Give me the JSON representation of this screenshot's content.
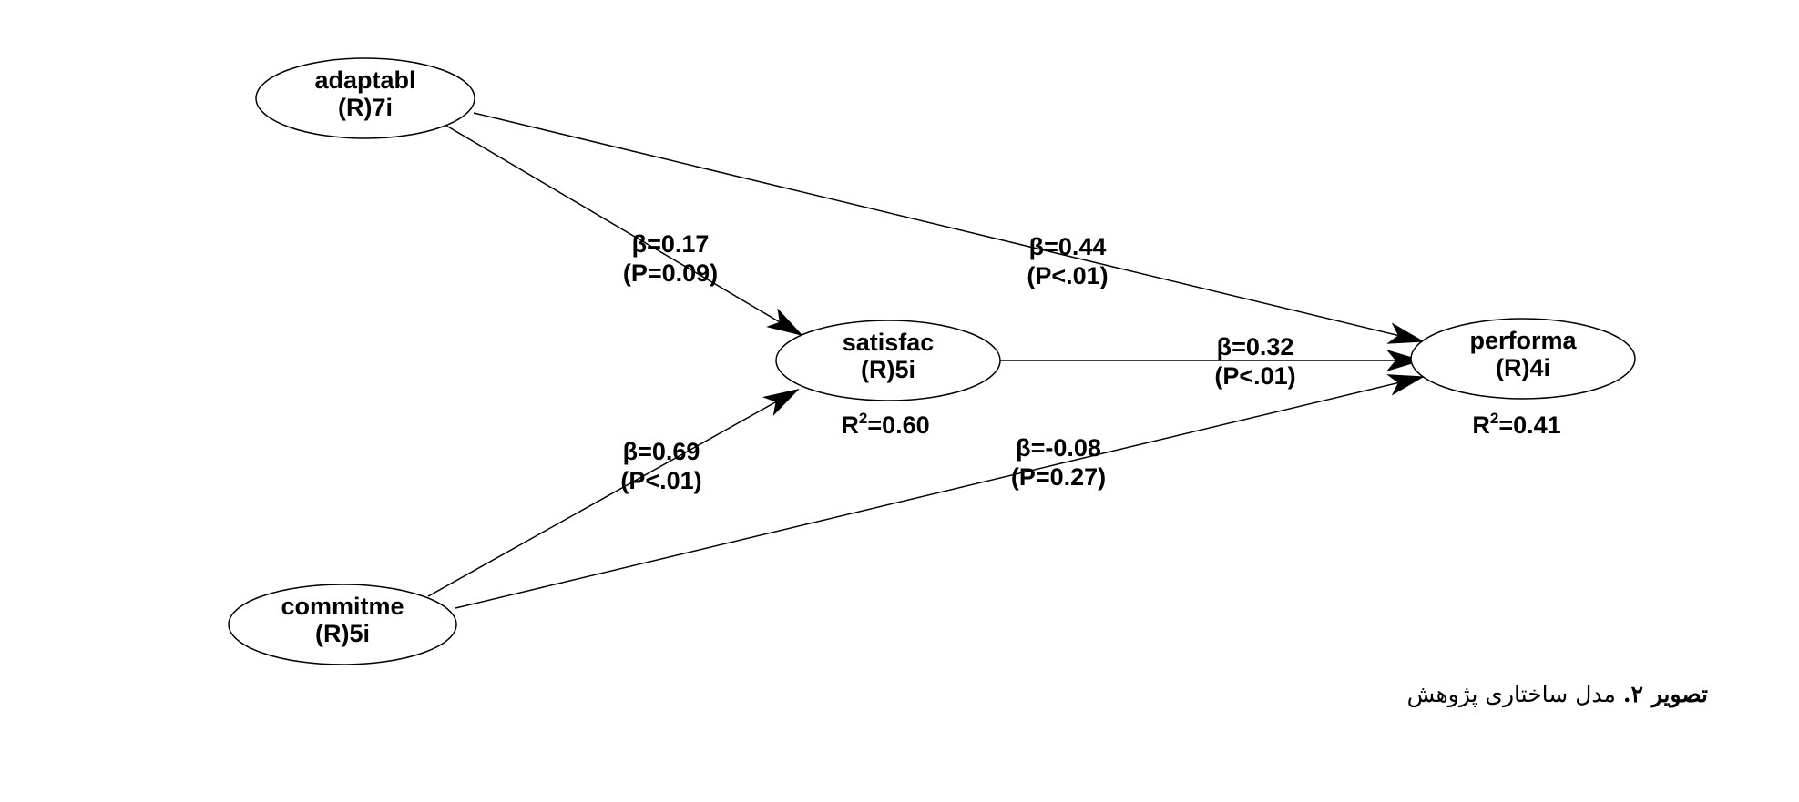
{
  "diagram": {
    "nodes": {
      "adaptabl": {
        "name": "adaptabl",
        "sub": "(R)7i"
      },
      "satisfac": {
        "name": "satisfac",
        "sub": "(R)5i",
        "r2_prefix": "R",
        "r2_sup": "2",
        "r2_value": "=0.60"
      },
      "performa": {
        "name": "performa",
        "sub": "(R)4i",
        "r2_prefix": "R",
        "r2_sup": "2",
        "r2_value": "=0.41"
      },
      "commitme": {
        "name": "commitme",
        "sub": "(R)5i"
      }
    },
    "edges": {
      "adaptabl_satisfac": {
        "beta": "β=0.17",
        "p": "(P=0.09)"
      },
      "adaptabl_performa": {
        "beta": "β=0.44",
        "p": "(P<.01)"
      },
      "satisfac_performa": {
        "beta": "β=0.32",
        "p": "(P<.01)"
      },
      "commitme_satisfac": {
        "beta": "β=0.69",
        "p": "(P<.01)"
      },
      "commitme_performa": {
        "beta": "β=-0.08",
        "p": "(P=0.27)"
      }
    }
  },
  "caption": {
    "bold": "تصویر ۲.",
    "text": " مدل ساختاری پژوهش"
  }
}
